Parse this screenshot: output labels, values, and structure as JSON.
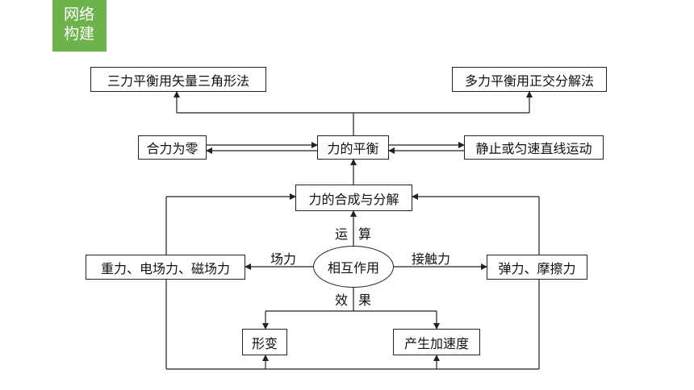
{
  "badge": {
    "line1": "网络",
    "line2": "构建",
    "color": "#6db24a"
  },
  "nodes": {
    "triangle_method": "三力平衡用矢量三角形法",
    "orthogonal_method": "多力平衡用正交分解法",
    "net_force_zero": "合力为零",
    "force_equilibrium": "力的平衡",
    "rest_or_uniform": "静止或匀速直线运动",
    "composition": "力的合成与分解",
    "field_forces": "重力、电场力、磁场力",
    "interaction": "相互作用",
    "contact_forces": "弹力、摩擦力",
    "deformation": "形变",
    "acceleration": "产生加速度"
  },
  "edge_labels": {
    "operation_1": "运",
    "operation_2": "算",
    "field_force": "场力",
    "contact_force": "接触力",
    "effect_1": "效",
    "effect_2": "果"
  }
}
